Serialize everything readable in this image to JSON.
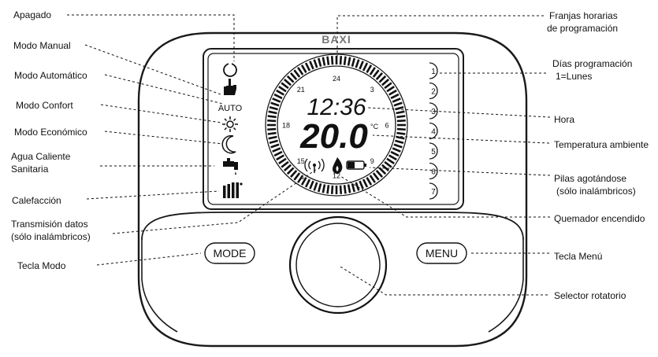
{
  "brand": "BAXI",
  "display": {
    "time": "12:36",
    "temperature": "20.0",
    "temp_unit": "°C",
    "auto_text": "AUTO",
    "dial_hours": [
      "24",
      "3",
      "6",
      "9",
      "12",
      "15",
      "18",
      "21"
    ],
    "days": [
      "1",
      "2",
      "3",
      "4",
      "5",
      "6",
      "7"
    ]
  },
  "buttons": {
    "mode": "MODE",
    "menu": "MENU"
  },
  "labels_left": {
    "apagado": "Apagado",
    "modo_manual": "Modo Manual",
    "modo_automatico": "Modo Automático",
    "modo_confort": "Modo Confort",
    "modo_economico": "Modo Económico",
    "agua_1": "Agua Caliente",
    "agua_2": "Sanitaria",
    "calefaccion": "Calefacción",
    "transmision_1": "Transmisión datos",
    "transmision_2": "(sólo inalámbricos)",
    "tecla_modo": "Tecla Modo"
  },
  "labels_right": {
    "franjas_1": "Franjas horarias",
    "franjas_2": "de programación",
    "dias_1": "Días programación",
    "dias_2": "1=Lunes",
    "hora": "Hora",
    "temperatura": "Temperatura ambiente",
    "pilas_1": "Pilas agotándose",
    "pilas_2": "(sólo inalámbricos)",
    "quemador": "Quemador encendido",
    "tecla_menu": "Tecla Menú",
    "selector": "Selector rotatorio"
  }
}
